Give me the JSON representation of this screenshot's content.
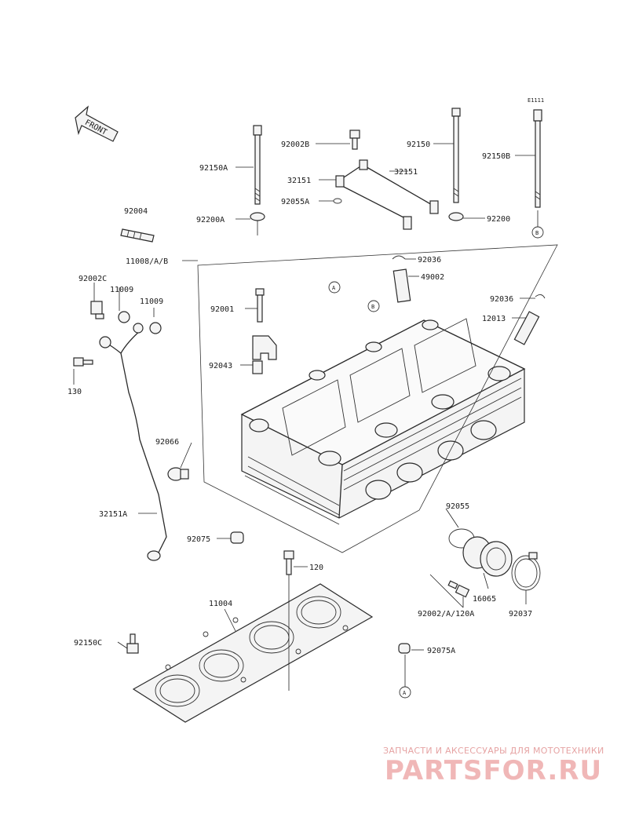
{
  "diagram_id": "E1111",
  "front_label": "FRONT",
  "part_numbers": {
    "p92150A": "92150A",
    "p92002B": "92002B",
    "p92150": "92150",
    "p92150B": "92150B",
    "p32151_left": "32151",
    "p32151_right": "32151",
    "p92055A": "92055A",
    "p92004": "92004",
    "p92200A": "92200A",
    "p92200": "92200",
    "p11008": "11008/A/B",
    "p92036_top": "92036",
    "p49002": "49002",
    "p92002C": "92002C",
    "p11009_a": "11009",
    "p11009_b": "11009",
    "p92001": "92001",
    "p92036_right": "92036",
    "p12013": "12013",
    "p130": "130",
    "p92043": "92043",
    "p92066": "92066",
    "p32151A": "32151A",
    "p92055": "92055",
    "p92075": "92075",
    "p120": "120",
    "p16065": "16065",
    "p92037": "92037",
    "p92002_120A": "92002/A/120A",
    "p11004": "11004",
    "p92150C": "92150C",
    "p92075A": "92075A"
  },
  "callouts": {
    "a_cyl": "A",
    "b_cyl": "B",
    "b_bolt": "B",
    "a_bottom": "A"
  },
  "watermark": {
    "tagline": "ЗАПЧАСТИ И АКСЕССУАРЫ ДЛЯ МОТОТЕХНИКИ",
    "logo": "PARTSFOR.RU"
  }
}
